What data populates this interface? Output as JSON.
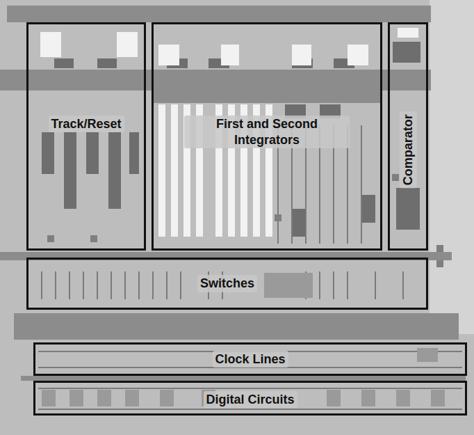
{
  "diagram": {
    "nodes": [
      {
        "text": [
          "Track/Reset"
        ]
      },
      {
        "text": [
          "First and Second Integrators"
        ]
      },
      {
        "text": [
          "Comparator"
        ]
      },
      {
        "text": [
          "Switches"
        ]
      },
      {
        "text": [
          "Clock Lines"
        ]
      },
      {
        "text": [
          "Digital Circuits"
        ]
      }
    ]
  }
}
